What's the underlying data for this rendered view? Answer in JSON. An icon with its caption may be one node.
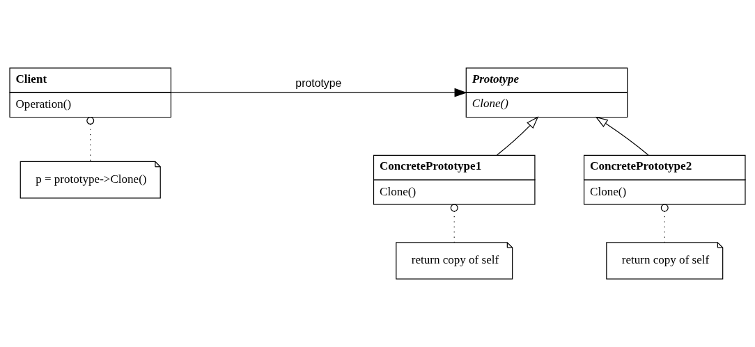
{
  "diagram": {
    "nodes": [
      {
        "text": [
          "Client",
          "Operation()"
        ]
      },
      {
        "text": [
          "Prototype",
          "Clone()"
        ]
      },
      {
        "text": [
          "ConcretePrototype1",
          "Clone()"
        ]
      },
      {
        "text": [
          "ConcretePrototype2",
          "Clone()"
        ]
      },
      {
        "text": [
          "p = prototype->Clone()"
        ]
      },
      {
        "text": [
          "return copy of self"
        ]
      },
      {
        "text": [
          "return copy of self"
        ]
      }
    ],
    "edges": [
      {
        "from": 0,
        "to": 1,
        "arrow": "to",
        "label": "prototype"
      },
      {
        "from": 2,
        "to": 1,
        "arrow": "to"
      },
      {
        "from": 3,
        "to": 1,
        "arrow": "to"
      },
      {
        "from": 0,
        "to": 4,
        "arrow": "other",
        "style": "dashed"
      },
      {
        "from": 2,
        "to": 5,
        "arrow": "other",
        "style": "dashed"
      },
      {
        "from": 3,
        "to": 6,
        "arrow": "other",
        "style": "dashed"
      }
    ]
  }
}
